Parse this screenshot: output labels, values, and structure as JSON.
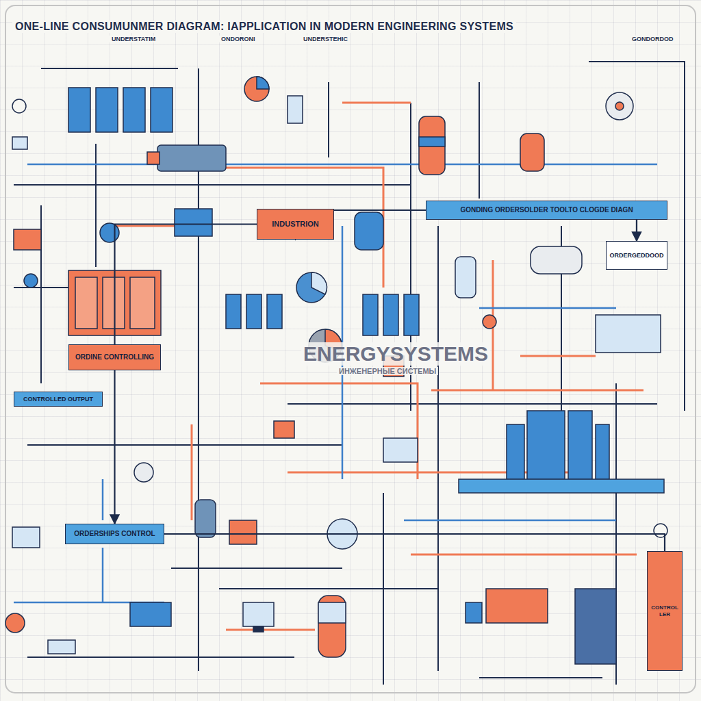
{
  "diagram": {
    "title": "ONE-LINE CONSUMUNMER DIAGRAM: IAPPLICATION IN MODERN ENGINEERING SYSTEMS",
    "nodes": [
      {
        "text": [
          "INDUSTRION"
        ]
      },
      {
        "text": [
          "ORDINE CONTROLLING"
        ]
      },
      {
        "text": [
          "GONDING ORDERSOLDER TOOLTO CLOGDE DIAGN"
        ]
      },
      {
        "text": [
          "ORDERGEDDOOD"
        ]
      },
      {
        "text": [
          "ORDERSHIPS CONTROL"
        ]
      },
      {
        "text": [
          "CONTROLLER"
        ]
      },
      {
        "text": [
          "CONTROLLED OUTPUT"
        ]
      }
    ],
    "edges": [
      {
        "from": 0,
        "to": 1,
        "arrow": "none"
      },
      {
        "from": 2,
        "to": 0,
        "arrow": "to"
      },
      {
        "from": 2,
        "to": 3,
        "arrow": "to"
      },
      {
        "from": 1,
        "to": 4,
        "arrow": "to"
      },
      {
        "from": 4,
        "to": 5,
        "arrow": "none"
      }
    ],
    "labels": [
      "UNDERSTATIM",
      "ONDORONI",
      "UNDERSTEHIC",
      "GONDORDOD",
      "ENERGYSYSTEMS",
      "ИНЖЕНЕРНЫЕ СИСТЕМЫ"
    ]
  }
}
